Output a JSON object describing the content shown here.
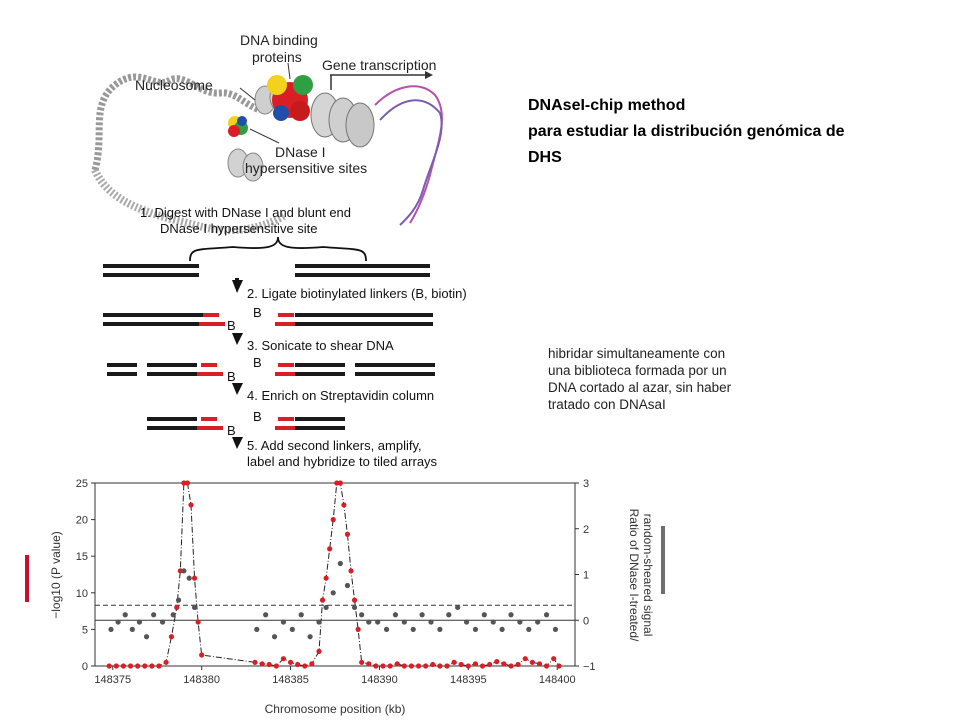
{
  "header": {
    "title_line1": "DNAseI-chip method",
    "title_line2": "para estudiar la distribución genómica de",
    "title_line3": "DHS"
  },
  "note": {
    "line1": "hibridar simultaneamente con",
    "line2": "una biblioteca formada por un",
    "line3": "DNA cortado al azar, sin haber",
    "line4": "tratado con DNAsaI"
  },
  "diagram": {
    "label_dna_binding_1": "DNA binding",
    "label_dna_binding_2": "proteins",
    "label_gene_transcription": "Gene transcription",
    "label_nucleosome": "Nucleosome",
    "label_dnase_1": "DNase I",
    "label_dnase_2": "hypersensitive sites",
    "step1_line1": "1. Digest with DNase I and blunt end",
    "step1_line2": "DNase I hypersensitive site",
    "step2": "2. Ligate biotinylated linkers (B, biotin)",
    "step3": "3. Sonicate to shear DNA",
    "step4": "4. Enrich on Streptavidin column",
    "step5_line1": "5. Add second linkers, amplify,",
    "step5_line2": "label and hybridize to tiled arrays",
    "biotin_label": "B",
    "colors": {
      "dna": "#1a1a1a",
      "linker": "#d91e26"
    }
  },
  "chart_data": {
    "type": "scatter",
    "xlabel": "Chromosome position (kb)",
    "ylabel_left": "−log10 (P value)",
    "ylabel_right_1": "Ratio of DNase I-treated/",
    "ylabel_right_2": "random-sheared signal",
    "xlim": [
      148374,
      148401
    ],
    "ylim_left": [
      0,
      25
    ],
    "ylim_right": [
      -1,
      3
    ],
    "x_ticks": [
      "148375",
      "148380",
      "148385",
      "148390",
      "148395",
      "148400"
    ],
    "y_ticks_left": [
      "0",
      "5",
      "10",
      "15",
      "20",
      "25"
    ],
    "y_ticks_right": [
      "−1",
      "0",
      "1",
      "2",
      "3"
    ],
    "threshold_dashed_left": 8.3,
    "zero_line_right": 0,
    "series": [
      {
        "color": "#d91e26",
        "x": [
          148374.8,
          148375.2,
          148375.6,
          148376.0,
          148376.4,
          148376.8,
          148377.2,
          148377.6,
          148378.0,
          148378.3,
          148378.6,
          148378.8,
          148379.0,
          148379.2,
          148379.4,
          148379.6,
          148379.8,
          148380.0,
          148383.0,
          148383.4,
          148383.8,
          148384.2,
          148384.6,
          148385.0,
          148385.4,
          148385.8,
          148386.2,
          148386.6,
          148386.8,
          148387.0,
          148387.2,
          148387.4,
          148387.6,
          148387.8,
          148388.0,
          148388.2,
          148388.4,
          148388.6,
          148388.8,
          148389.0,
          148389.4,
          148389.8,
          148390.2,
          148390.6,
          148391.0,
          148391.4,
          148391.8,
          148392.2,
          148392.6,
          148393.0,
          148393.4,
          148393.8,
          148394.2,
          148394.6,
          148395.0,
          148395.4,
          148395.8,
          148396.2,
          148396.6,
          148397.0,
          148397.4,
          148397.8,
          148398.2,
          148398.6,
          148399.0,
          148399.4,
          148399.8,
          148400.1
        ],
        "y": [
          0,
          0,
          0,
          0,
          0,
          0,
          0,
          0,
          0.5,
          4,
          8,
          13,
          25,
          25,
          22,
          12,
          6,
          1.5,
          0.5,
          0.3,
          0.2,
          0,
          1,
          0.5,
          0.2,
          0,
          0.3,
          2,
          9,
          12,
          16,
          20,
          25,
          25,
          22,
          18,
          13,
          9,
          5,
          0.5,
          0.3,
          0,
          0,
          0,
          0.3,
          0,
          0,
          0,
          0,
          0.2,
          0,
          0,
          0.5,
          0.2,
          0,
          0.3,
          0,
          0.2,
          0.6,
          0.3,
          0,
          0.2,
          1,
          0.5,
          0.3,
          0,
          1,
          0
        ]
      },
      {
        "color": "#555555",
        "x": [
          148374.9,
          148375.3,
          148375.7,
          148376.1,
          148376.5,
          148376.9,
          148377.3,
          148377.8,
          148378.4,
          148378.7,
          148379.0,
          148379.3,
          148379.6,
          148383.1,
          148383.6,
          148384.1,
          148384.6,
          148385.1,
          148385.6,
          148386.1,
          148386.6,
          148387.0,
          148387.4,
          148387.8,
          148388.2,
          148388.6,
          148389.0,
          148389.4,
          148389.9,
          148390.4,
          148390.9,
          148391.4,
          148391.9,
          148392.4,
          148392.9,
          148393.4,
          148393.9,
          148394.4,
          148394.9,
          148395.4,
          148395.9,
          148396.4,
          148396.9,
          148397.4,
          148397.9,
          148398.4,
          148398.9,
          148399.4,
          148399.9
        ],
        "y": [
          5,
          6,
          7,
          5,
          6,
          4,
          7,
          6,
          7,
          9,
          13,
          12,
          8,
          5,
          7,
          4,
          6,
          5,
          7,
          4,
          6,
          8,
          10,
          14,
          11,
          8,
          7,
          6,
          6,
          5,
          7,
          6,
          5,
          7,
          6,
          5,
          7,
          8,
          6,
          5,
          7,
          6,
          5,
          7,
          6,
          5,
          6,
          7,
          5
        ]
      }
    ]
  }
}
